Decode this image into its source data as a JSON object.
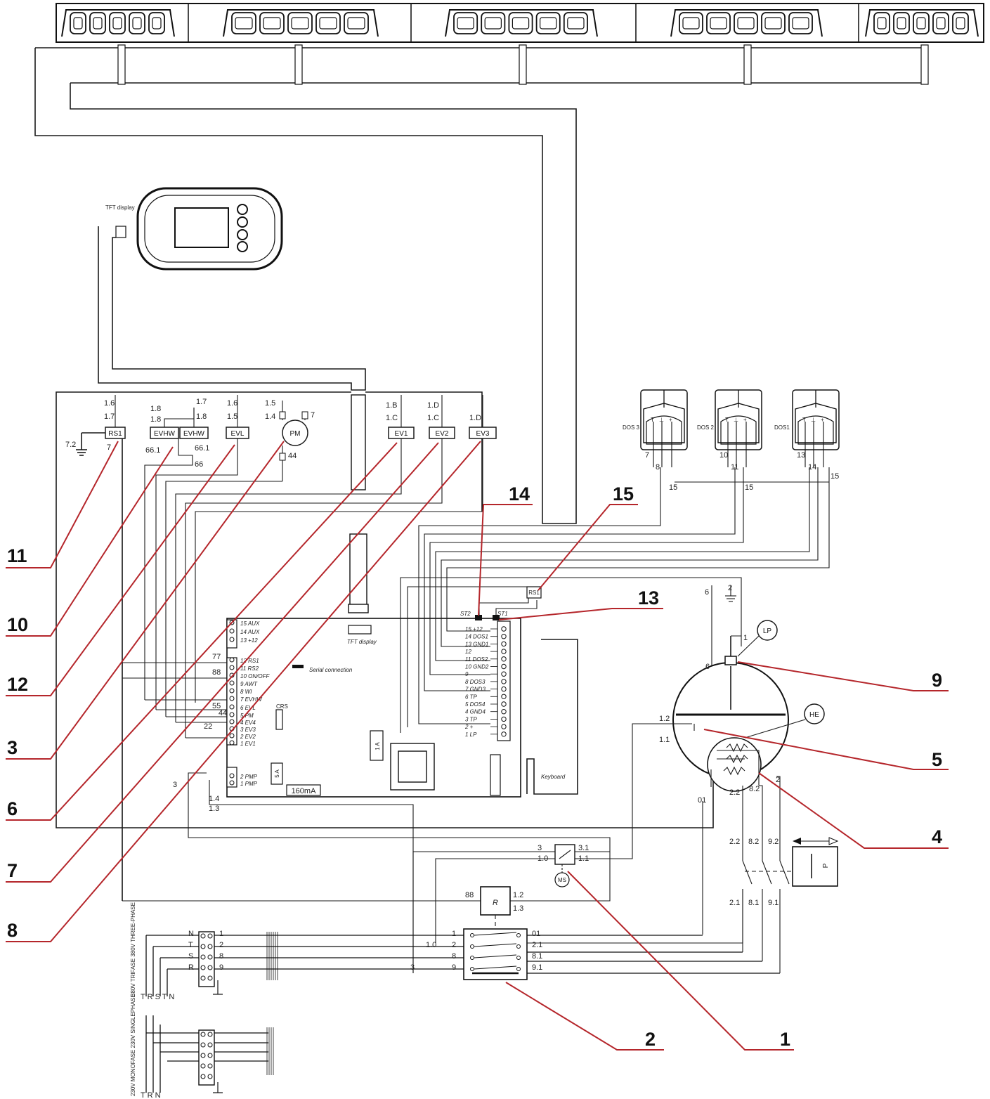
{
  "callouts": {
    "c1": "1",
    "c2": "2",
    "c3": "3",
    "c4": "4",
    "c5": "5",
    "c6": "6",
    "c7": "7",
    "c8": "8",
    "c9": "9",
    "c10": "10",
    "c11": "11",
    "c12": "12",
    "c13": "13",
    "c14": "14",
    "c15": "15"
  },
  "components": {
    "rs1": "RS1",
    "evhw_a": "EVHW",
    "evhw_b": "EVHW",
    "evl": "EVL",
    "pm": "PM",
    "ev1": "EV1",
    "ev2": "EV2",
    "ev3": "EV3",
    "lp": "LP",
    "he": "HE",
    "r": "R",
    "ms": "MS",
    "p": "P"
  },
  "labels": {
    "tft_display_top": "TFT display",
    "tft_display_board": "TFT display",
    "serial_connection": "Serial connection",
    "keyboard": "Keyboard",
    "fuse_1a": "1 A",
    "fuse_5a": "5 A",
    "fuse_160ma": "160mA",
    "st2": "ST2",
    "st1": "ST1",
    "dos3": "DOS 3",
    "dos2": "DOS 2",
    "dos1": "DOS1",
    "power_triphase": "380V TRIFASE 380V THREE-PHASE",
    "power_monophase": "230V MONOFASE 230V SINGLEPHASE"
  },
  "left_terminals": [
    "15 AUX",
    "14 AUX",
    "13 +12",
    "12 RS1",
    "11 RS2",
    "10 ON/OFF",
    "9 AWT",
    "8 WI",
    "7 EVHW",
    "6 EVL",
    "5 PM",
    "4 EV4",
    "3 EV3",
    "2 EV2",
    "1 EV1"
  ],
  "pump_terminals": [
    "2 PMP",
    "1 PMP"
  ],
  "right_terminals": [
    "15 +12",
    "14 DOS1",
    "13 GND1",
    "12",
    "11 DOS2",
    "10 GND2",
    "9",
    "8 DOS3",
    "7 GND3",
    "6 TP",
    "5 DOS4",
    "4 GND4",
    "3 TP",
    "2 +",
    "1 LP"
  ],
  "wire_numbers": {
    "a16": "1.6",
    "a17": "1.7",
    "b18": "1.8",
    "b18b": "1.8",
    "b17": "1.7",
    "b18c": "1.8",
    "c16": "1.6",
    "c15": "1.5",
    "d15": "1.5",
    "d14": "1.4",
    "d7": "7",
    "d44": "44",
    "e1b": "1.B",
    "e1c": "1.C",
    "f1d": "1.D",
    "f1c": "1.C",
    "g1d": "1.D",
    "n72": "7.2",
    "n661": "66.1",
    "n661b": "66.1",
    "n66": "66",
    "n7": "7",
    "n77": "77",
    "n88": "88",
    "n55": "55",
    "n44b": "44",
    "n22": "22",
    "n3": "3",
    "n14": "1.4",
    "n13": "1.3",
    "p7": "7",
    "p8": "8",
    "p15": "15",
    "p10": "10",
    "p11": "11",
    "p15b": "15",
    "p13": "13",
    "p14": "14",
    "p15c": "15",
    "g6": "6",
    "g2": "2",
    "lp1": "1",
    "lp6": "6",
    "h12": "1.2",
    "h11": "1.1",
    "h01": "01",
    "h22": "2.2",
    "h82": "8.2",
    "h2": "2",
    "s22": "2.2",
    "s82": "8.2",
    "s92": "9.2",
    "s21": "2.1",
    "s81": "8.1",
    "s91": "9.1",
    "m3": "3",
    "m10": "1.0",
    "m31": "3.1",
    "m11": "1.1",
    "r88": "88",
    "r12": "1.2",
    "r13": "1.3",
    "k1": "1",
    "k2": "2",
    "k8": "8",
    "k9": "9",
    "k10": "1.0",
    "k3": "3",
    "k01": "01",
    "k21": "2.1",
    "k81": "8.1",
    "k91": "9.1",
    "t1": "1",
    "t2": "2",
    "t8": "8",
    "t9": "9",
    "pn": "N",
    "pt": "T",
    "ps": "S",
    "pr": "R",
    "bot": "T R S T N",
    "bot2": "T R N"
  }
}
